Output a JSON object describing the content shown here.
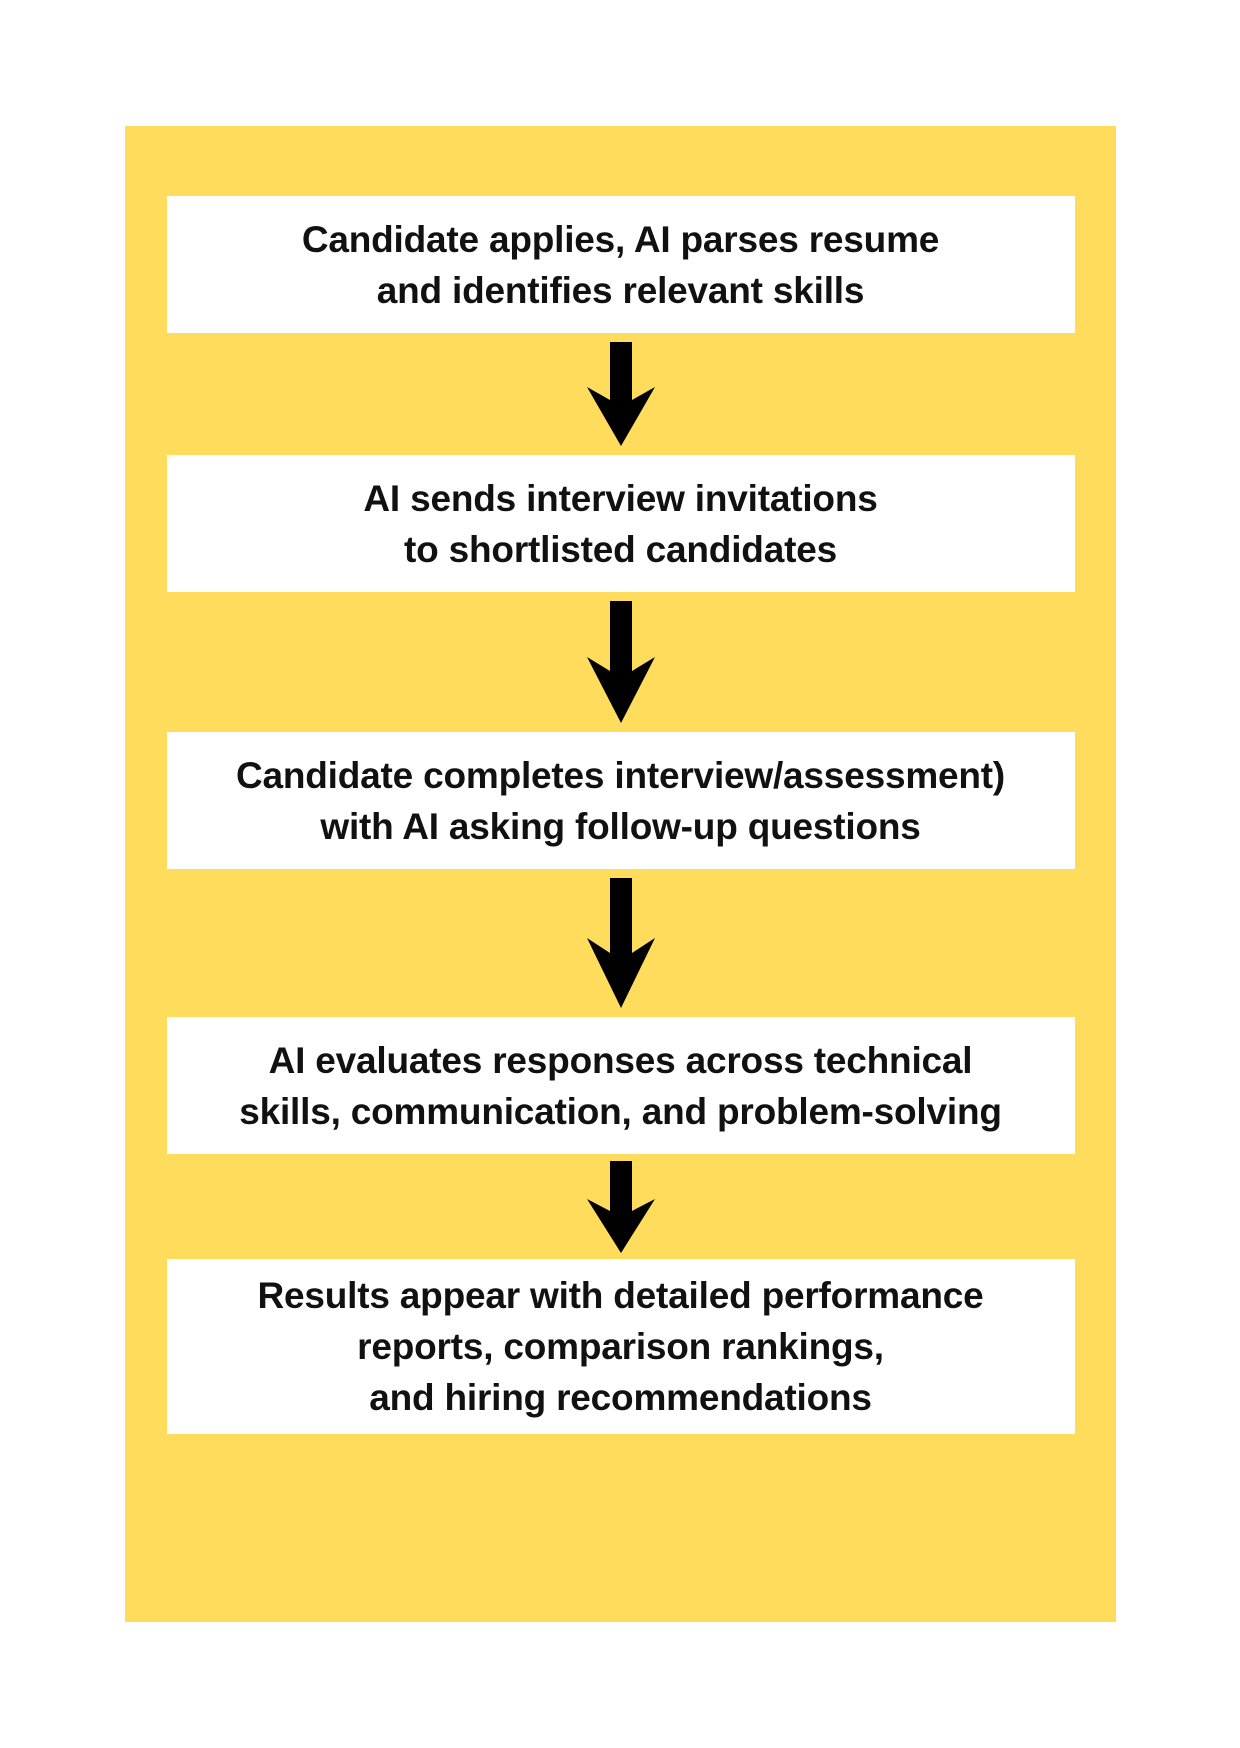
{
  "diagram": {
    "title": "AI hiring workflow flowchart",
    "panel_color": "#ffdc5c",
    "box_color": "#ffffff",
    "text_color": "#111111",
    "arrow_color": "#000000",
    "steps": [
      {
        "id": "step-1",
        "name": "candidate-applies",
        "lines": [
          "Candidate applies, AI parses resume",
          "and identifies relevant skills"
        ]
      },
      {
        "id": "step-2",
        "name": "ai-sends-invitations",
        "lines": [
          "AI sends interview invitations",
          "to shortlisted candidates"
        ]
      },
      {
        "id": "step-3",
        "name": "candidate-completes-interview",
        "lines": [
          "Candidate completes interview/assessment)",
          "with AI asking follow-up questions"
        ]
      },
      {
        "id": "step-4",
        "name": "ai-evaluates-responses",
        "lines": [
          "AI evaluates responses across technical",
          "skills, communication, and problem-solving"
        ]
      },
      {
        "id": "step-5",
        "name": "results-appear",
        "lines": [
          "Results appear with detailed performance",
          "reports, comparison rankings,",
          "and hiring recommendations"
        ]
      }
    ],
    "connectors": [
      {
        "id": "arrow-1",
        "name": "down-arrow-icon",
        "from": "step-1",
        "to": "step-2"
      },
      {
        "id": "arrow-2",
        "name": "down-arrow-icon",
        "from": "step-2",
        "to": "step-3"
      },
      {
        "id": "arrow-3",
        "name": "down-arrow-icon",
        "from": "step-3",
        "to": "step-4"
      },
      {
        "id": "arrow-4",
        "name": "down-arrow-icon",
        "from": "step-4",
        "to": "step-5"
      }
    ]
  }
}
